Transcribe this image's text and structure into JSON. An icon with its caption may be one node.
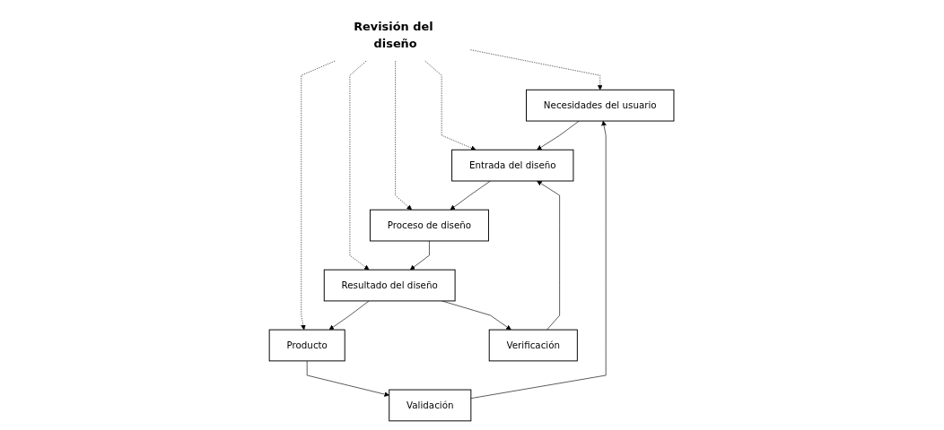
{
  "diagram": {
    "nodes": [
      {
        "text": [
          "Revisión del diseño"
        ]
      },
      {
        "text": [
          "Necesidades del usuario"
        ]
      },
      {
        "text": [
          "Entrada del diseño"
        ]
      },
      {
        "text": [
          "Proceso de diseño"
        ]
      },
      {
        "text": [
          "Resultado del diseño"
        ]
      },
      {
        "text": [
          "Producto"
        ]
      },
      {
        "text": [
          "Verificación"
        ]
      },
      {
        "text": [
          "Validación"
        ]
      }
    ],
    "edges": [
      {
        "from": 0,
        "to": 1,
        "arrow": "to",
        "style": "dashed"
      },
      {
        "from": 0,
        "to": 2,
        "arrow": "to",
        "style": "dashed"
      },
      {
        "from": 0,
        "to": 3,
        "arrow": "to",
        "style": "dashed"
      },
      {
        "from": 0,
        "to": 4,
        "arrow": "to",
        "style": "dashed"
      },
      {
        "from": 0,
        "to": 5,
        "arrow": "to",
        "style": "dashed"
      },
      {
        "from": 1,
        "to": 2,
        "arrow": "to"
      },
      {
        "from": 2,
        "to": 3,
        "arrow": "to"
      },
      {
        "from": 3,
        "to": 4,
        "arrow": "to"
      },
      {
        "from": 4,
        "to": 5,
        "arrow": "to"
      },
      {
        "from": 4,
        "to": 6,
        "arrow": "to"
      },
      {
        "from": 6,
        "to": 2,
        "arrow": "to"
      },
      {
        "from": 5,
        "to": 7,
        "arrow": "to"
      },
      {
        "from": 7,
        "to": 1,
        "arrow": "to"
      }
    ]
  }
}
